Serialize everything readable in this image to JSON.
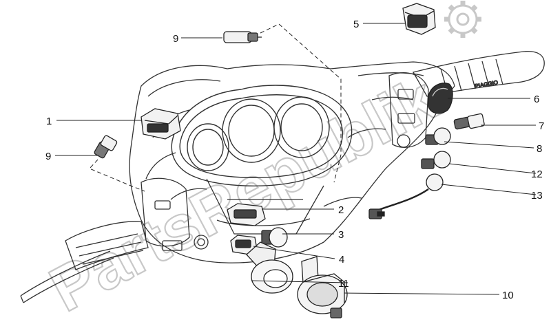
{
  "diagram": {
    "callouts": [
      {
        "id": "c1",
        "label": "1"
      },
      {
        "id": "c2",
        "label": "2"
      },
      {
        "id": "c3",
        "label": "3"
      },
      {
        "id": "c4",
        "label": "4"
      },
      {
        "id": "c5",
        "label": "5"
      },
      {
        "id": "c6",
        "label": "6"
      },
      {
        "id": "c7",
        "label": "7"
      },
      {
        "id": "c8",
        "label": "8"
      },
      {
        "id": "c9a",
        "label": "9"
      },
      {
        "id": "c9b",
        "label": "9"
      },
      {
        "id": "c10",
        "label": "10"
      },
      {
        "id": "c11",
        "label": "11"
      },
      {
        "id": "c12",
        "label": "12"
      },
      {
        "id": "c13",
        "label": "13"
      }
    ],
    "watermark": "PartsRepublik",
    "grip_brand": "PIAGGIO",
    "colors": {
      "line": "#222222",
      "watermark": "#c8c8c8",
      "background": "#ffffff"
    }
  }
}
